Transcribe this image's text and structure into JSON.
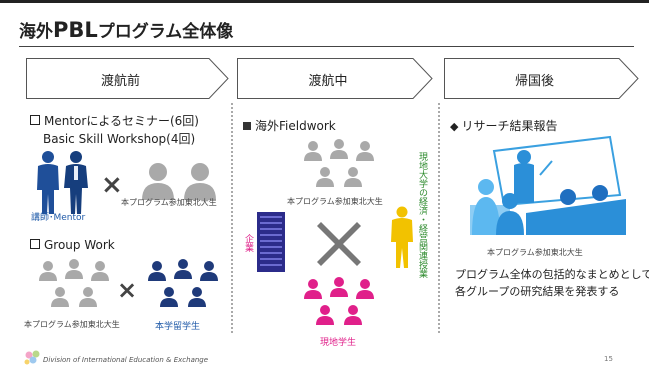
{
  "title": {
    "prefix": "海外",
    "highlight": "PBL",
    "suffix": "プログラム全体像"
  },
  "phases": [
    "渡航前",
    "渡航中",
    "帰国後"
  ],
  "left": {
    "seminar_line1": "Mentorによるセミナー(6回)",
    "seminar_line2": "Basic Skill Workshop(4回)",
    "instructor_label": "講師･Mentor",
    "students_label_top": "本プログラム参加東北大生",
    "group_work": "Group Work",
    "students_label_bottom": "本プログラム参加東北大生",
    "intl_students_label": "本学留学生",
    "cross": "×"
  },
  "middle": {
    "heading": "海外Fieldwork",
    "students_label": "本プログラム参加東北大生",
    "company_label": "企業",
    "univ_label": "現地大学の経済・経営関連授業",
    "local_students_label": "現地学生"
  },
  "right": {
    "heading": "リサーチ結果報告",
    "students_label": "本プログラム参加東北大生",
    "summary_line1": "プログラム全体の包括的なまとめとして",
    "summary_line2": "各グループの研究結果を発表する"
  },
  "footer": {
    "org": "Division of International Education & Exchange",
    "page": "15"
  },
  "colors": {
    "navy": "#1f3a7a",
    "instructor": "#1f5aa8",
    "gray_person": "#a9a9a9",
    "local": "#e0208a",
    "company": "#2b2b8a",
    "yellow": "#f2c200"
  }
}
